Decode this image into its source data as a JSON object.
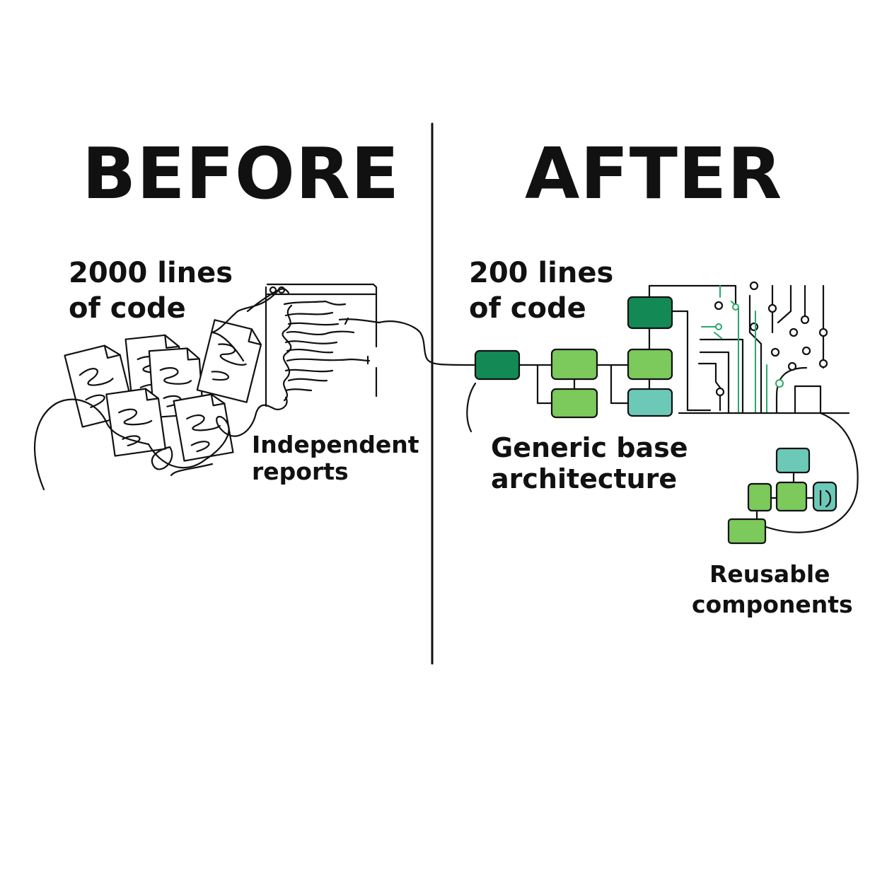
{
  "before": {
    "heading": "BEFORE",
    "code_count_line1": "2000 lines",
    "code_count_line2": "of code",
    "caption_line1": "Independent",
    "caption_line2": "reports"
  },
  "after": {
    "heading": "AFTER",
    "code_count_line1": "200 lines",
    "code_count_line2": "of code",
    "caption_line1": "Generic base",
    "caption_line2": "architecture",
    "components_caption_line1": "Reusable",
    "components_caption_line2": "components"
  },
  "colors": {
    "ink": "#111111",
    "dark_green": "#138a55",
    "light_green": "#7cc95c",
    "teal": "#6cc9b8",
    "circuit_green": "#2aa869"
  }
}
